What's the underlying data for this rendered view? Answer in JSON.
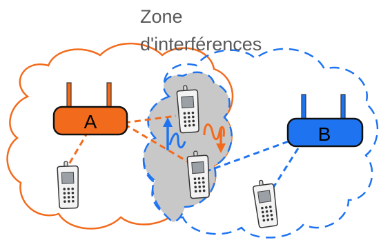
{
  "zone_title": {
    "line1": "Zone",
    "line2": "d'interférences"
  },
  "router_a": {
    "label": "A",
    "color": "#F26B1D"
  },
  "router_b": {
    "label": "B",
    "color": "#1E74F0"
  },
  "colors": {
    "cloud_a": "#F26B1D",
    "cloud_b": "#1E74F0",
    "interference_zone": "#C8C8C8"
  }
}
